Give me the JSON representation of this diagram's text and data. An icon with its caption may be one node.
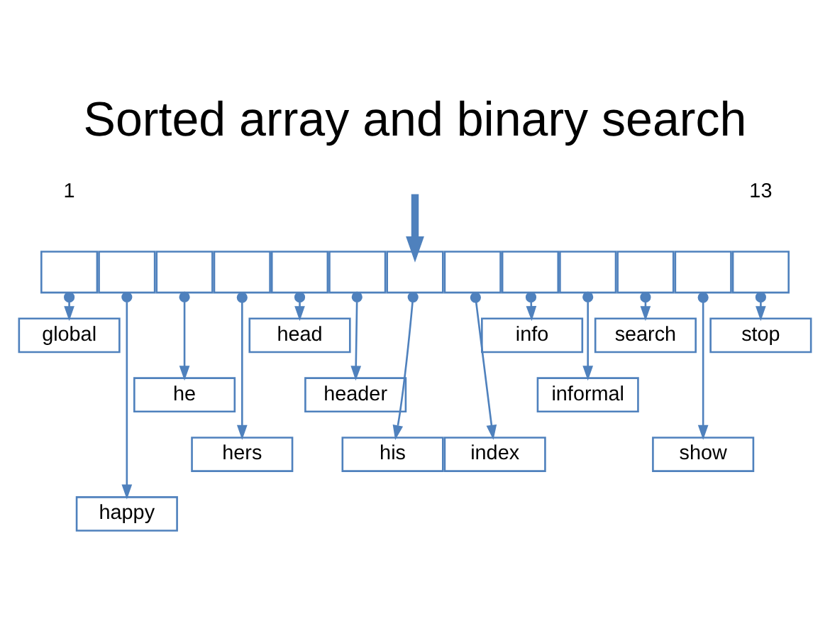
{
  "diagram": {
    "title": "Sorted array and binary search",
    "nodes": [
      {
        "text": [],
        "shape": "box"
      },
      {
        "text": [],
        "shape": "box"
      },
      {
        "text": [],
        "shape": "box"
      },
      {
        "text": [],
        "shape": "box"
      },
      {
        "text": [],
        "shape": "box"
      },
      {
        "text": [],
        "shape": "box"
      },
      {
        "text": [],
        "shape": "box"
      },
      {
        "text": [],
        "shape": "box"
      },
      {
        "text": [],
        "shape": "box"
      },
      {
        "text": [],
        "shape": "box"
      },
      {
        "text": [],
        "shape": "box"
      },
      {
        "text": [],
        "shape": "box"
      },
      {
        "text": [],
        "shape": "box"
      },
      {
        "text": [
          "global"
        ]
      },
      {
        "text": [
          "happy"
        ]
      },
      {
        "text": [
          "he"
        ]
      },
      {
        "text": [
          "hers"
        ]
      },
      {
        "text": [
          "head"
        ]
      },
      {
        "text": [
          "header"
        ]
      },
      {
        "text": [
          "his"
        ]
      },
      {
        "text": [
          "index"
        ]
      },
      {
        "text": [
          "info"
        ]
      },
      {
        "text": [
          "informal"
        ]
      },
      {
        "text": [
          "search"
        ]
      },
      {
        "text": [
          "show"
        ]
      },
      {
        "text": [
          "stop"
        ]
      }
    ],
    "edges": [
      {
        "from": 0,
        "to": 13,
        "arrow": "to"
      },
      {
        "from": 1,
        "to": 14,
        "arrow": "to"
      },
      {
        "from": 2,
        "to": 15,
        "arrow": "to"
      },
      {
        "from": 3,
        "to": 16,
        "arrow": "to"
      },
      {
        "from": 4,
        "to": 17,
        "arrow": "to"
      },
      {
        "from": 5,
        "to": 18,
        "arrow": "to"
      },
      {
        "from": 6,
        "to": 19,
        "arrow": "to"
      },
      {
        "from": 7,
        "to": 20,
        "arrow": "to"
      },
      {
        "from": 8,
        "to": 21,
        "arrow": "to"
      },
      {
        "from": 9,
        "to": 22,
        "arrow": "to"
      },
      {
        "from": 10,
        "to": 23,
        "arrow": "to"
      },
      {
        "from": 11,
        "to": 24,
        "arrow": "to"
      },
      {
        "from": 12,
        "to": 25,
        "arrow": "to"
      },
      {
        "from": null,
        "to": 6,
        "arrow": "to",
        "style": "thick",
        "color": "#4f81bd"
      }
    ],
    "labels": [
      "1",
      "13"
    ]
  }
}
